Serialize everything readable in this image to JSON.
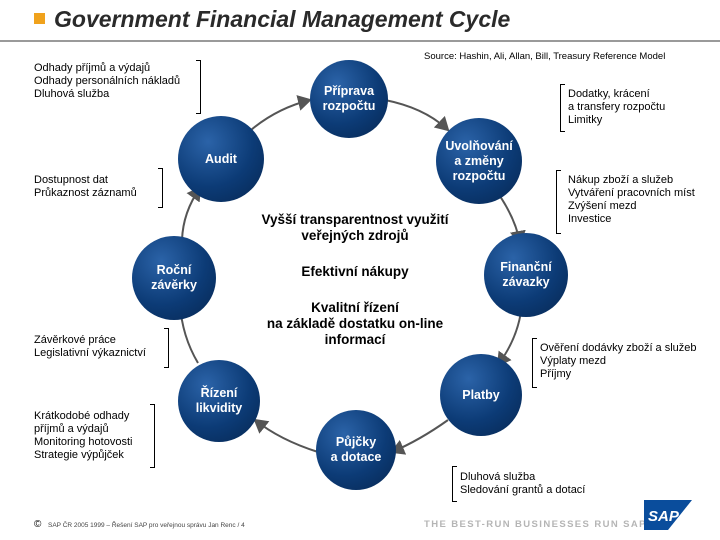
{
  "title": "Government Financial Management Cycle",
  "source": "Source: Hashin, Ali, Allan, Bill, Treasury Reference Model",
  "nodes": {
    "priprava": "Příprava\nrozpočtu",
    "uvolnovani": "Uvolňování\na změny\nrozpočtu",
    "financni_zavazky": "Finanční\nzávazky",
    "platby": "Platby",
    "pujcky": "Půjčky\na dotace",
    "rizeni_likvidity": "Řízení\nlikvidity",
    "rocni_zaverky": "Roční\nzávěrky",
    "audit": "Audit"
  },
  "center": {
    "line1": "Vyšší transparentnost využití\nveřejných zdrojů",
    "line2": "Efektivní nákupy",
    "line3": "Kvalitní řízení\nna základě dostatku on-line\ninformací"
  },
  "notes": {
    "top_left": [
      "Odhady příjmů a výdajů",
      "Odhady personálních nákladů",
      "Dluhová služba"
    ],
    "mid_left": [
      "Dostupnost dat",
      "Průkaznost záznamů"
    ],
    "lower_left": [
      "Závěrkové práce",
      "Legislativní výkaznictví"
    ],
    "bottom_left": [
      "Krátkodobé odhady",
      "příjmů a výdajů",
      "Monitoring hotovosti",
      "Strategie výpůjček"
    ],
    "top_right": [
      "Dodatky, krácení",
      "a transfery rozpočtu",
      "Limitky"
    ],
    "mid_right": [
      "Nákup zboží a služeb",
      "Vytváření pracovních míst",
      "Zvýšení mezd",
      "Investice"
    ],
    "lower_right": [
      "Ověření dodávky zboží a služeb",
      "Výplaty mezd",
      "Příjmy"
    ],
    "bottom_right": [
      "Dluhová služba",
      "Sledování grantů a dotací"
    ]
  },
  "footer": {
    "copyright_symbol": "©",
    "text": "SAP ČR 2005 1999 – Řešení SAP pro veřejnou správu Jan Renc / 4",
    "slogan": "THE BEST-RUN BUSINESSES RUN SAP",
    "logo": "SAP"
  },
  "colors": {
    "node_blue": "#0c3b76",
    "accent_orange": "#f0a21c",
    "logo_blue": "#0a4d9c"
  }
}
